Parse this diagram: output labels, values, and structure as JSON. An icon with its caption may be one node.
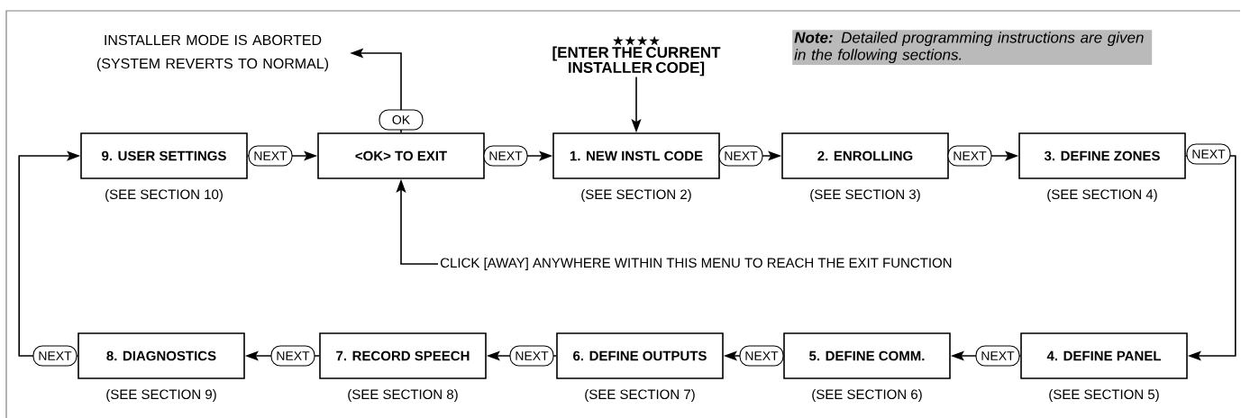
{
  "diagram": {
    "nodes": [
      {
        "text": [
          "INSTALLER MODE IS ABORTED (SYSTEM REVERTS TO NORMAL)"
        ]
      },
      {
        "text": [
          "★★★★",
          "[ENTER THE CURRENT INSTALLER CODE]"
        ]
      },
      {
        "text": [
          "9. USER SETTINGS"
        ],
        "beside": [
          "(SEE SECTION 10)"
        ]
      },
      {
        "text": [
          "<OK> TO EXIT"
        ]
      },
      {
        "text": [
          "1. NEW INSTL CODE"
        ],
        "beside": [
          "(SEE SECTION 2)"
        ]
      },
      {
        "text": [
          "2. ENROLLING"
        ],
        "beside": [
          "(SEE SECTION 3)"
        ]
      },
      {
        "text": [
          "3. DEFINE ZONES"
        ],
        "beside": [
          "(SEE SECTION 4)"
        ]
      },
      {
        "text": [
          "CLICK [AWAY] ANYWHERE WITHIN THIS MENU TO REACH THE EXIT FUNCTION"
        ]
      },
      {
        "text": [
          "8. DIAGNOSTICS"
        ],
        "beside": [
          "(SEE SECTION 9)"
        ]
      },
      {
        "text": [
          "7. RECORD SPEECH"
        ],
        "beside": [
          "(SEE SECTION 8)"
        ]
      },
      {
        "text": [
          "6. DEFINE OUTPUTS"
        ],
        "beside": [
          "(SEE SECTION 7)"
        ]
      },
      {
        "text": [
          "5. DEFINE COMM."
        ],
        "beside": [
          "(SEE SECTION 6)"
        ]
      },
      {
        "text": [
          "4. DEFINE PANEL"
        ],
        "beside": [
          "(SEE SECTION 5)"
        ]
      }
    ],
    "edges": [
      {
        "from": 2,
        "to": 3,
        "arrow": "to",
        "label": "NEXT"
      },
      {
        "from": 3,
        "to": 4,
        "arrow": "to",
        "label": "NEXT"
      },
      {
        "from": 4,
        "to": 5,
        "arrow": "to",
        "label": "NEXT"
      },
      {
        "from": 5,
        "to": 6,
        "arrow": "to",
        "label": "NEXT"
      },
      {
        "from": 6,
        "to": 12,
        "arrow": "to",
        "label": "NEXT"
      },
      {
        "from": 12,
        "to": 11,
        "arrow": "to",
        "label": "NEXT"
      },
      {
        "from": 11,
        "to": 10,
        "arrow": "to",
        "label": "NEXT"
      },
      {
        "from": 10,
        "to": 9,
        "arrow": "to",
        "label": "NEXT"
      },
      {
        "from": 9,
        "to": 8,
        "arrow": "to",
        "label": "NEXT"
      },
      {
        "from": 8,
        "to": 2,
        "arrow": "to",
        "label": "NEXT"
      },
      {
        "from": 3,
        "to": 0,
        "arrow": "to",
        "label": "OK"
      },
      {
        "from": 1,
        "to": 4,
        "arrow": "to"
      },
      {
        "from": 7,
        "to": 3,
        "arrow": "to"
      }
    ],
    "labels": [
      "**Note:** Detailed programming instructions are given in the following sections."
    ]
  }
}
